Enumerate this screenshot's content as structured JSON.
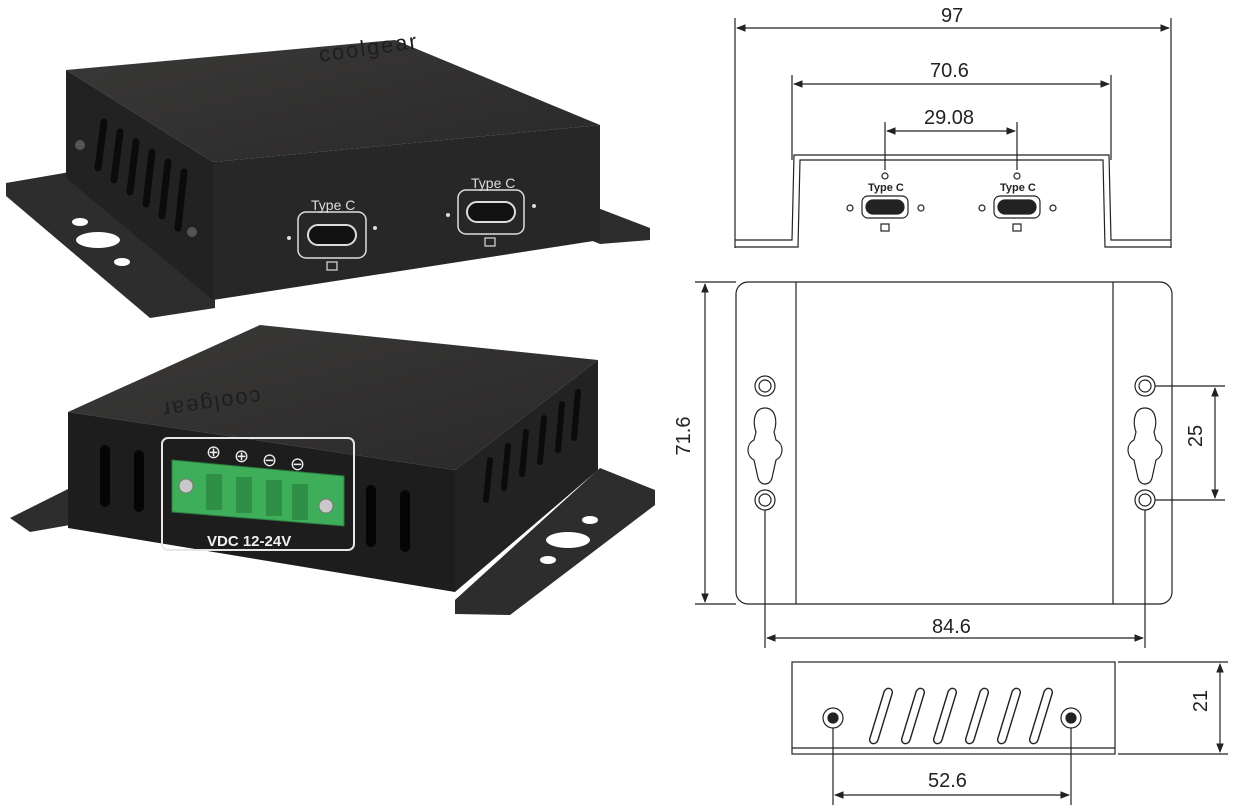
{
  "brand": "coolgear",
  "product_photos": {
    "top_unit": {
      "port_label": "Type C"
    },
    "bottom_unit": {
      "terminal_symbols": [
        "⊕",
        "⊕",
        "⊖",
        "⊖"
      ],
      "voltage_label": "VDC 12-24V"
    }
  },
  "drawings": {
    "front_view": {
      "port_label": "Type C",
      "dimensions": {
        "overall_width": "97",
        "bracket_width": "70.6",
        "port_spacing": "29.08"
      }
    },
    "top_view": {
      "dimensions": {
        "depth": "71.6",
        "hole_spacing": "25",
        "mount_spacing": "84.6"
      }
    },
    "side_view": {
      "dimensions": {
        "height": "21",
        "screw_spacing": "52.6"
      }
    }
  },
  "colors": {
    "enclosure": "#2b2a2a",
    "terminal_block": "#3fae5a",
    "line": "#222222"
  }
}
